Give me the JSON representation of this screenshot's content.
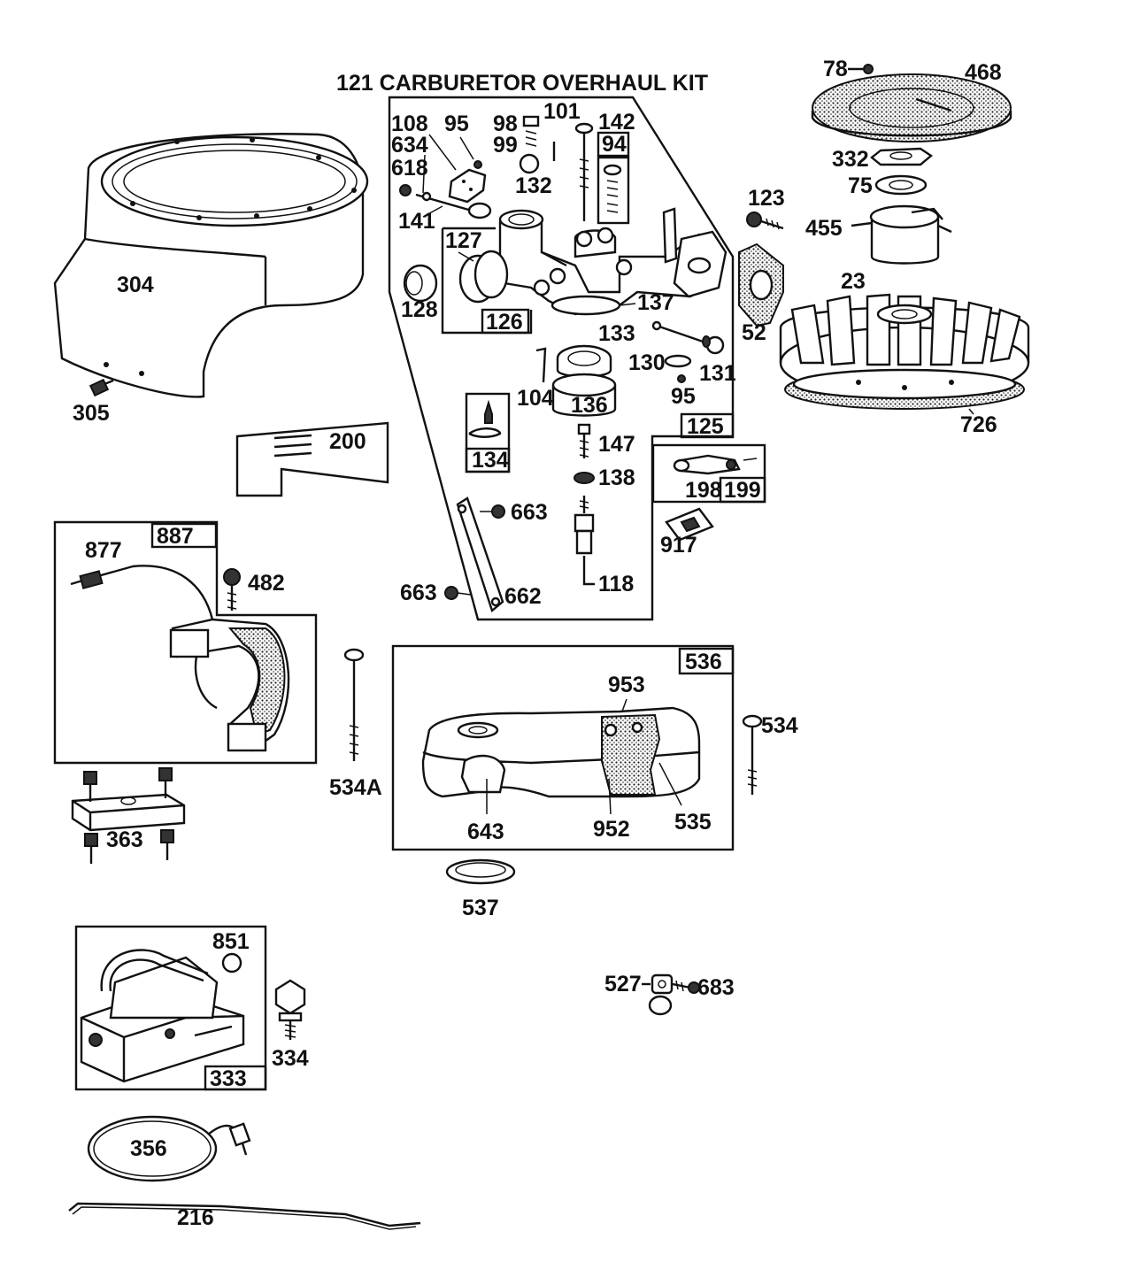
{
  "title": "121 CARBURETOR OVERHAUL KIT",
  "labels": {
    "p304": "304",
    "p305": "305",
    "p200": "200",
    "p887": "887",
    "p877": "877",
    "p482": "482",
    "p363": "363",
    "p534a": "534A",
    "p851": "851",
    "p334": "334",
    "p333": "333",
    "p356": "356",
    "p216": "216",
    "p108": "108",
    "p634": "634",
    "p618": "618",
    "p141": "141",
    "p95a": "95",
    "p98": "98",
    "p99": "99",
    "p132": "132",
    "p101": "101",
    "p142": "142",
    "p94": "94",
    "p127": "127",
    "p126": "126",
    "p128": "128",
    "p137": "137",
    "p133": "133",
    "p104": "104",
    "p136": "136",
    "p130": "130",
    "p131": "131",
    "p95b": "95",
    "p125": "125",
    "p134": "134",
    "p147": "147",
    "p138": "138",
    "p663a": "663",
    "p663b": "663",
    "p662": "662",
    "p118": "118",
    "p78": "78",
    "p468": "468",
    "p332": "332",
    "p75": "75",
    "p123": "123",
    "p455": "455",
    "p23": "23",
    "p52": "52",
    "p726": "726",
    "p198": "198",
    "p199": "199",
    "p917": "917",
    "p536": "536",
    "p953": "953",
    "p534": "534",
    "p643": "643",
    "p952": "952",
    "p535": "535",
    "p537": "537",
    "p527": "527",
    "p683": "683"
  }
}
